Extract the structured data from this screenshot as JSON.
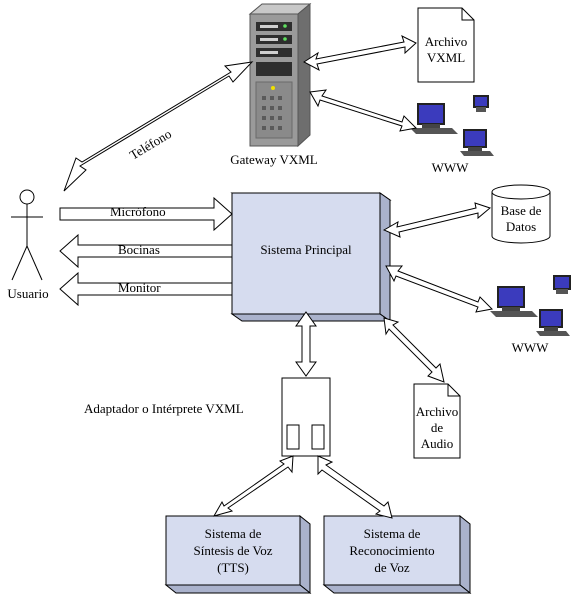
{
  "labels": {
    "gateway": "Gateway VXML",
    "archivo_vxml": [
      "Archivo",
      "VXML"
    ],
    "www_top": "WWW",
    "telefono": "Teléfono",
    "usuario": "Usuario",
    "microfono": "Micrófono",
    "bocinas": "Bocinas",
    "monitor": "Monitor",
    "sistema_principal": "Sistema Principal",
    "base_datos": [
      "Base de",
      "Datos"
    ],
    "www_bottom": "WWW",
    "adaptador": "Adaptador o Intérprete VXML",
    "archivo_audio": [
      "Archivo",
      "de",
      "Audio"
    ],
    "tts": [
      "Sistema de",
      "Síntesis de Voz",
      "(TTS)"
    ],
    "reconocimiento": [
      "Sistema de",
      "Reconocimiento",
      "de Voz"
    ]
  },
  "colors": {
    "box_fill": "#d6dcef",
    "box_side": "#aab2cc",
    "arrow_fill": "#ffffff",
    "stroke": "#000000",
    "server_body": "#8c8c8c",
    "screen": "#3b3bbd"
  }
}
